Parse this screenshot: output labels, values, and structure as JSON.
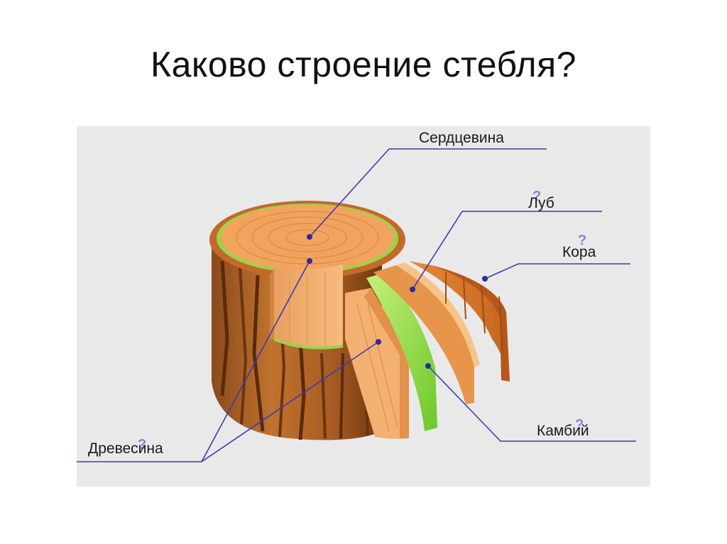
{
  "slide": {
    "title": "Каково строение стебля?"
  },
  "diagram": {
    "labels": {
      "pith": "Сердцевина",
      "phloem": "Луб",
      "bark": "Кора",
      "cambium": "Камбий",
      "wood": "Древесина"
    },
    "question_mark": "?",
    "colors": {
      "background": "#e9e9e9",
      "leader_line": "#3a3ab8",
      "wood": "#f0a866",
      "bark": "#b5652a",
      "cambium": "#8ee04a"
    }
  }
}
